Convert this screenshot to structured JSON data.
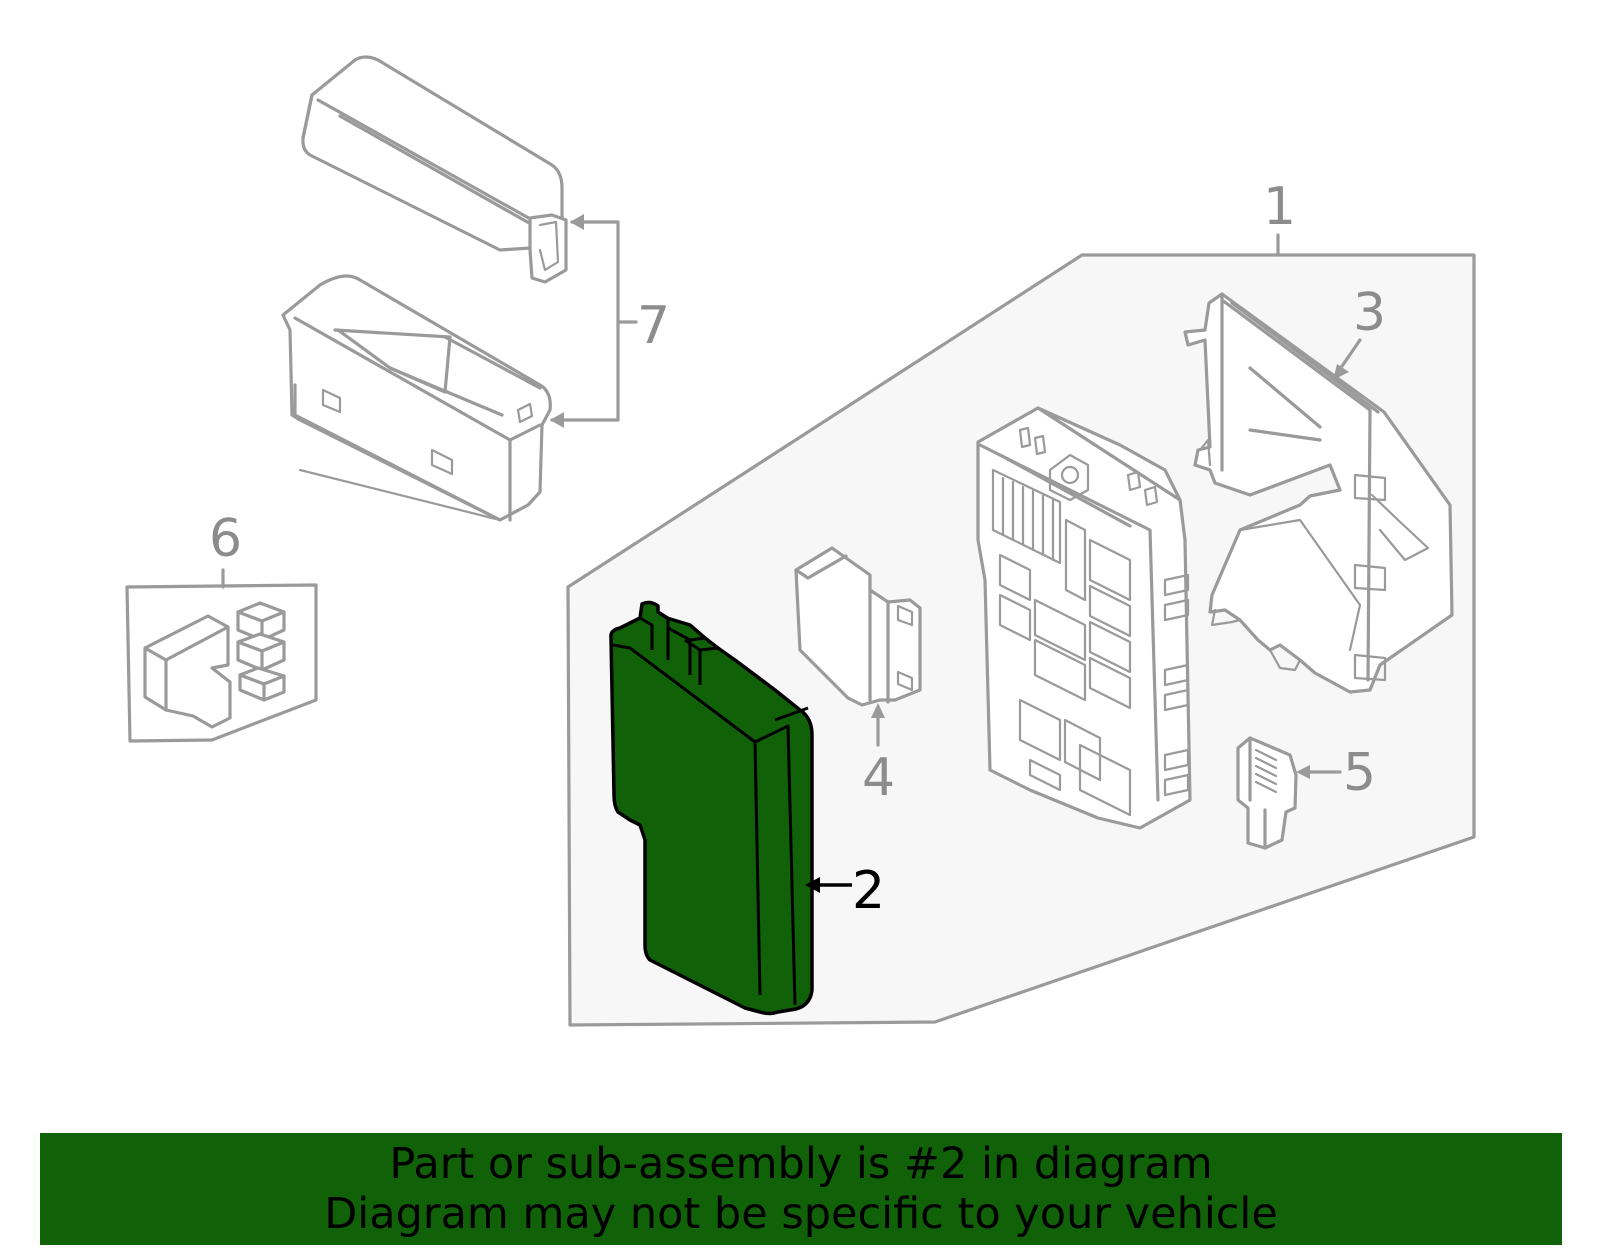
{
  "diagram": {
    "highlighted_part": "2",
    "callouts": [
      {
        "id": "1",
        "label": "1"
      },
      {
        "id": "2",
        "label": "2"
      },
      {
        "id": "3",
        "label": "3"
      },
      {
        "id": "4",
        "label": "4"
      },
      {
        "id": "5",
        "label": "5"
      },
      {
        "id": "6",
        "label": "6"
      },
      {
        "id": "7",
        "label": "7"
      }
    ]
  },
  "banner": {
    "line1": "Part or sub-assembly is #2 in diagram",
    "line2": "Diagram may not be specific to your vehicle",
    "background_color": "#116109"
  },
  "colors": {
    "highlight_fill": "#116109",
    "outline": "#9a9a9a",
    "assembly_panel": "#f7f7f7"
  }
}
